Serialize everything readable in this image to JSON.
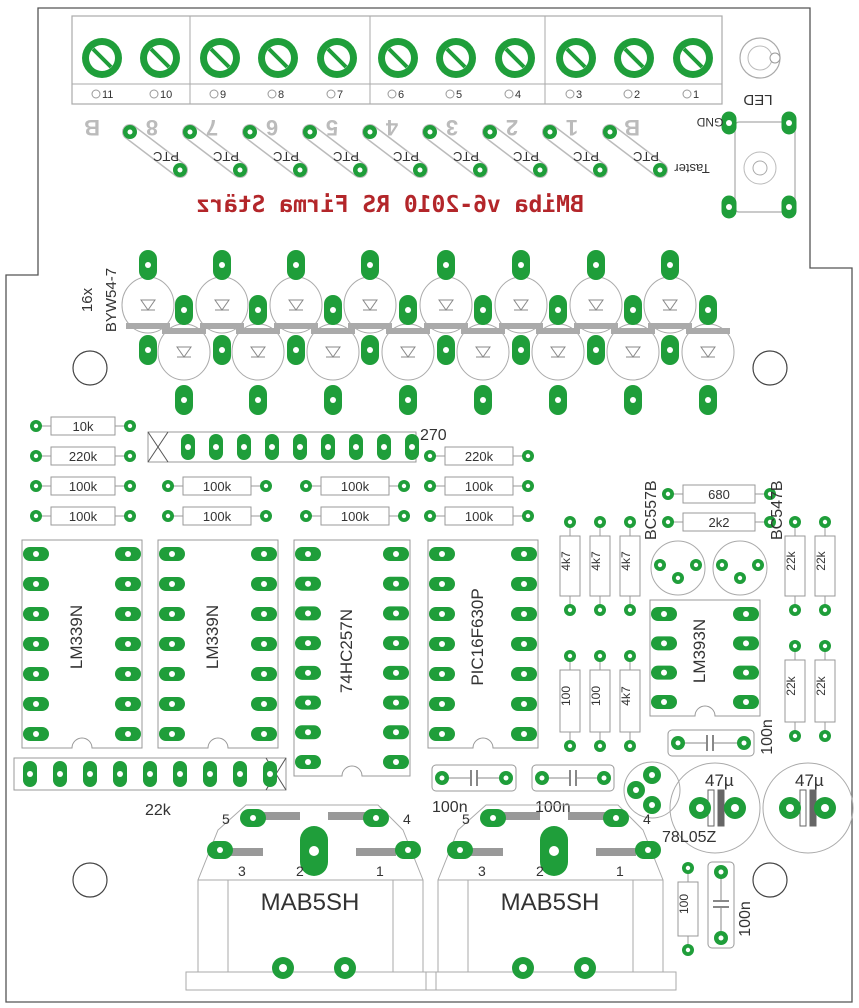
{
  "board": {
    "terminals": [
      "11",
      "10",
      "9",
      "8",
      "7",
      "6",
      "5",
      "4",
      "3",
      "2",
      "1"
    ],
    "led": "LED",
    "gnd": "GND",
    "taster": "Taster",
    "ptc_numbers": [
      "B",
      "8",
      "7",
      "6",
      "5",
      "4",
      "3",
      "2",
      "1",
      "B"
    ],
    "ptc": "PTC",
    "title_mirrored": "BMiba v6-2010   RS   Firma Stärz",
    "diodes_count": "16x",
    "diodes_part": "BYW54-7",
    "resistors_left": [
      "10k",
      "220k",
      "100k",
      "100k"
    ],
    "resistors_row3": [
      "100k",
      "100k"
    ],
    "resistors_row3b": [
      "100k",
      "100k"
    ],
    "resistors_mid_right": [
      "220k",
      "100k",
      "100k"
    ],
    "sip_label_270": "270",
    "sip_label_22k": "22k",
    "ic_labels": [
      "LM339N",
      "LM339N",
      "74HC257N",
      "PIC16F630P",
      "LM393N"
    ],
    "transistors": [
      "BC557B",
      "BC547B"
    ],
    "resistors_small": [
      "680",
      "2k2"
    ],
    "vert_resistors_top": [
      "4k7",
      "4k7",
      "4k7",
      "22k",
      "22k"
    ],
    "vert_resistors_bottom": [
      "100",
      "100",
      "4k7",
      "22k",
      "22k"
    ],
    "caps": [
      "100n",
      "100n",
      "100n",
      "100n"
    ],
    "elcaps": [
      "47µ",
      "47µ"
    ],
    "regulator": "78L05Z",
    "mab_label": "MAB5SH",
    "mab_pins": [
      "5",
      "4",
      "3",
      "2",
      "1"
    ],
    "res_bottom": "100"
  }
}
